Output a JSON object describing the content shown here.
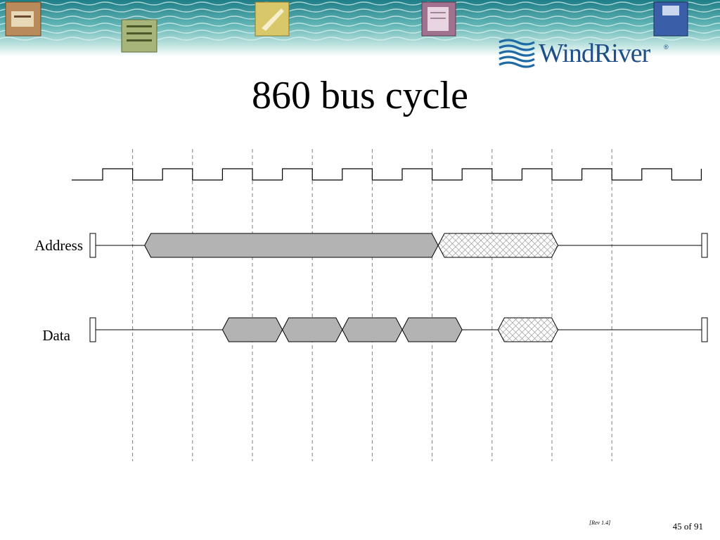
{
  "slide": {
    "title": "860 bus cycle",
    "rev": "[Rev 1.4]",
    "page": "45 of 91"
  },
  "logo": {
    "text": "WindRiver",
    "registered": "®",
    "color": "#1f4f86"
  },
  "banner": {
    "icons": [
      "telephone-icon",
      "circuit-board-icon",
      "space-shuttle-icon",
      "document-pen-icon",
      "floppy-disk-icon"
    ]
  },
  "timing": {
    "clock": {
      "high_periods": 10
    },
    "signals": [
      {
        "name": "Address",
        "segments": [
          {
            "from": 0.7,
            "to": 5.6,
            "style": "valid"
          },
          {
            "from": 5.6,
            "to": 7.6,
            "style": "invalid"
          }
        ]
      },
      {
        "name": "Data",
        "segments": [
          {
            "from": 2.0,
            "to": 3.0,
            "style": "valid"
          },
          {
            "from": 3.0,
            "to": 4.0,
            "style": "valid"
          },
          {
            "from": 4.0,
            "to": 5.0,
            "style": "valid"
          },
          {
            "from": 5.0,
            "to": 6.0,
            "style": "valid"
          },
          {
            "from": 6.6,
            "to": 7.6,
            "style": "invalid"
          }
        ]
      }
    ],
    "colors": {
      "valid": "#b3b3b3",
      "line": "#000000",
      "guide": "#808080",
      "hatch": "#9a9a9a"
    }
  }
}
